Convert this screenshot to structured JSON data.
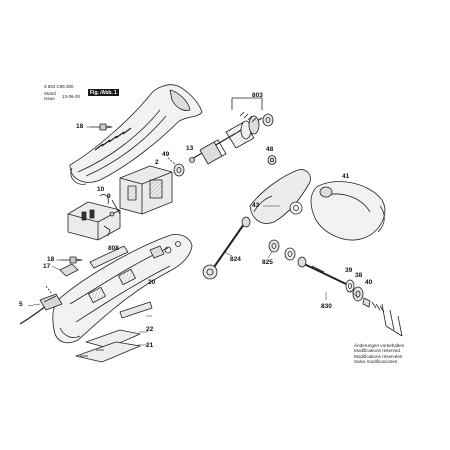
{
  "header": {
    "doc_number": "3 603 C95 000",
    "figure_label": "Fig. /Abb. 1",
    "stand_label": "Stand",
    "issue_label": "Issue",
    "date": "13-06-20"
  },
  "callouts": {
    "c803": "803",
    "c18a": "18",
    "c49": "49",
    "c13": "13",
    "c48": "48",
    "c2": "2",
    "c41": "41",
    "c10": "10",
    "c9": "9",
    "c43": "43",
    "c808": "808",
    "c20": "20",
    "c18b": "18",
    "c17": "17",
    "c824": "824",
    "c825": "825",
    "c39": "39",
    "c38": "38",
    "c40": "40",
    "c5": "5",
    "c830": "830",
    "c22": "22",
    "c21": "21"
  },
  "notice": {
    "line1": "Änderungen vorbehalten",
    "line2": "Modifications reserved",
    "line3": "Modifications réservées",
    "line4": "Salvo modificaciones"
  }
}
